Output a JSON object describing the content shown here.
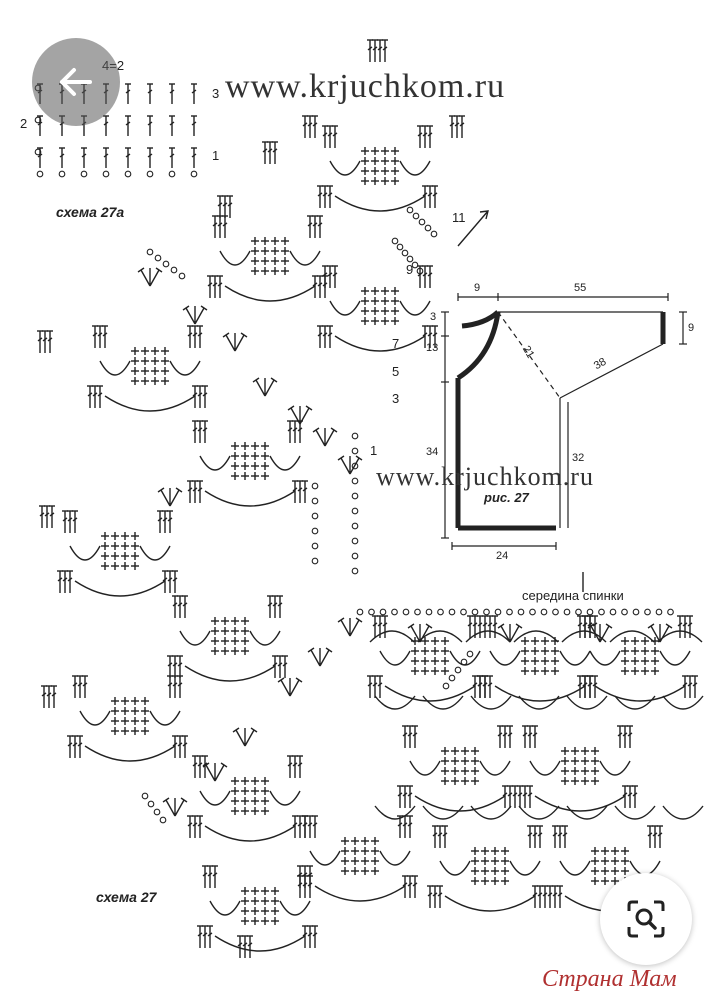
{
  "watermark": {
    "url_top": "www.krjuchkom.ru",
    "url_mid": "www.krjuchkom.ru",
    "brand": "Страна Мам"
  },
  "scheme27a": {
    "label": "схема 27а",
    "rows": [
      "1",
      "2",
      "3"
    ],
    "repeat": "4=2"
  },
  "scheme27": {
    "label": "схема 27",
    "center_back": "середина спинки",
    "row_numbers": [
      "1",
      "3",
      "5",
      "7",
      "9",
      "11"
    ]
  },
  "figure27": {
    "label": "рис. 27",
    "dims": {
      "top_left": "9",
      "top_right": "55",
      "left_a": "3",
      "left_b": "13",
      "left_c": "34",
      "diag_a": "21",
      "diag_b": "38",
      "sleeve_end": "9",
      "side": "32",
      "bottom": "24"
    }
  },
  "controls": {
    "back_icon": "arrow-left-icon",
    "lens_icon": "visual-search-icon"
  },
  "colors": {
    "ink": "#222222",
    "brand": "#b03030"
  }
}
